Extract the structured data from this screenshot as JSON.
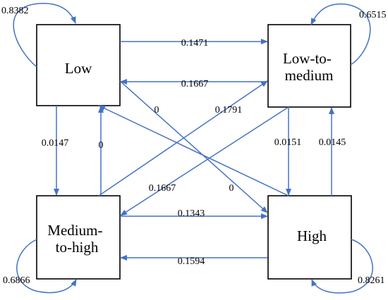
{
  "colors": {
    "arrow": "#4472c4",
    "box_stroke": "#000000",
    "text": "#000000"
  },
  "states": {
    "low": {
      "label_lines": [
        "Low"
      ]
    },
    "low_to_medium": {
      "label_lines": [
        "Low-to-",
        "medium"
      ]
    },
    "medium_to_high": {
      "label_lines": [
        "Medium-",
        "to-high"
      ]
    },
    "high": {
      "label_lines": [
        "High"
      ]
    }
  },
  "transitions": [
    {
      "from": "low",
      "to": "low",
      "value": "0.8382"
    },
    {
      "from": "low_to_medium",
      "to": "low_to_medium",
      "value": "0.6515"
    },
    {
      "from": "medium_to_high",
      "to": "medium_to_high",
      "value": "0.6866"
    },
    {
      "from": "high",
      "to": "high",
      "value": "0.8261"
    },
    {
      "from": "low",
      "to": "low_to_medium",
      "value": "0.1471"
    },
    {
      "from": "low_to_medium",
      "to": "low",
      "value": "0.1667"
    },
    {
      "from": "low",
      "to": "medium_to_high",
      "value": "0.0147"
    },
    {
      "from": "medium_to_high",
      "to": "low",
      "value": "0"
    },
    {
      "from": "low",
      "to": "high",
      "value": "0"
    },
    {
      "from": "high",
      "to": "low",
      "value": "0"
    },
    {
      "from": "medium_to_high",
      "to": "low_to_medium",
      "value": "0.1791"
    },
    {
      "from": "low_to_medium",
      "to": "medium_to_high",
      "value": "0.1667"
    },
    {
      "from": "low_to_medium",
      "to": "high",
      "value": "0.0151"
    },
    {
      "from": "high",
      "to": "low_to_medium",
      "value": "0.0145"
    },
    {
      "from": "medium_to_high",
      "to": "high",
      "value": "0.1343"
    },
    {
      "from": "high",
      "to": "medium_to_high",
      "value": "0.1594"
    }
  ]
}
